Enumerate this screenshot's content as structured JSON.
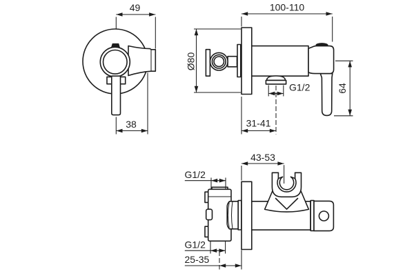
{
  "drawing": {
    "type": "technical-dimension-drawing",
    "subject": "wall-mounted shut-off valve with hand-shower holder (front, side and top orthographic views)",
    "colors": {
      "line": "#1d1d1d",
      "background": "#ffffff"
    },
    "views": {
      "front": "front view",
      "side": "side view",
      "top": "top view"
    },
    "dimensions": {
      "front_top_width": "49",
      "front_bottom_width": "38",
      "side_total_depth": "100-110",
      "plate_diameter": "Ø80",
      "side_outlet_thread": "G1/2",
      "side_handle_drop": "64",
      "side_outlet_depth": "31-41",
      "top_holder_depth": "43-53",
      "top_upper_thread": "G1/2",
      "top_lower_thread": "G1/2",
      "top_inlet_depth": "25-35"
    }
  }
}
